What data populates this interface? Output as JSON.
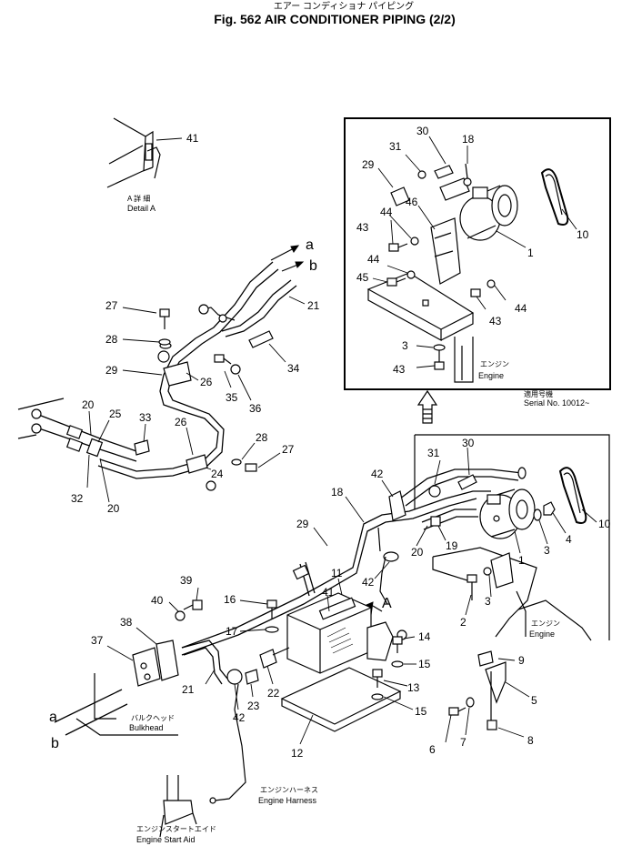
{
  "header": {
    "jp_title": "エアー コンディショナ パイピング",
    "title": "Fig. 562 AIR CONDITIONER PIPING (2/2)"
  },
  "detail": {
    "jp": "A 詳 細",
    "label": "Detail A"
  },
  "letters": {
    "a_top": "a",
    "b_top": "b",
    "a_bottom": "a",
    "b_bottom": "b",
    "arrow_A": "A"
  },
  "inset": {
    "engine_jp": "エンジン",
    "engine": "Engine",
    "serial_jp": "適用号機",
    "serial": "Serial No. 10012~"
  },
  "lower": {
    "engine_jp": "エンジン",
    "engine": "Engine",
    "bulkhead_jp": "バルクヘッド",
    "bulkhead": "Bulkhead",
    "harness_jp": "エンジンハーネス",
    "harness": "Engine Harness",
    "start_aid_jp": "エンジンスタートエイド",
    "start_aid": "Engine Start Aid"
  },
  "callouts": {
    "c41_top": "41",
    "c21_top": "21",
    "c27_a": "27",
    "c28_a": "28",
    "c29_a": "29",
    "c26_a": "26",
    "c35": "35",
    "c36": "36",
    "c34": "34",
    "c20_a": "20",
    "c25": "25",
    "c33": "33",
    "c26_b": "26",
    "c28_b": "28",
    "c27_b": "27",
    "c24": "24",
    "c32": "32",
    "c20_b": "20",
    "i30": "30",
    "i31": "31",
    "i18": "18",
    "i29": "29",
    "i46": "46",
    "i10": "10",
    "i43_a": "43",
    "i44_a": "44",
    "i1": "1",
    "i44_b": "44",
    "i45": "45",
    "i43_b": "43",
    "i44_c": "44",
    "i3": "3",
    "i43_c": "43",
    "m31": "31",
    "m30": "30",
    "m42_a": "42",
    "m18": "18",
    "m29": "29",
    "m10": "10",
    "m4": "4",
    "m3_a": "3",
    "m1": "1",
    "m20": "20",
    "m19": "19",
    "m42_b": "42",
    "m11": "11",
    "m41": "41",
    "m16": "16",
    "m39": "39",
    "m40": "40",
    "m17": "17",
    "m38": "38",
    "m37": "37",
    "m2": "2",
    "m3_b": "3",
    "m14": "14",
    "m15_a": "15",
    "m13": "13",
    "m15_b": "15",
    "m9": "9",
    "m21": "21",
    "m42_c": "42",
    "m23": "23",
    "m22": "22",
    "m12": "12",
    "m5": "5",
    "m6": "6",
    "m7": "7",
    "m8": "8"
  }
}
